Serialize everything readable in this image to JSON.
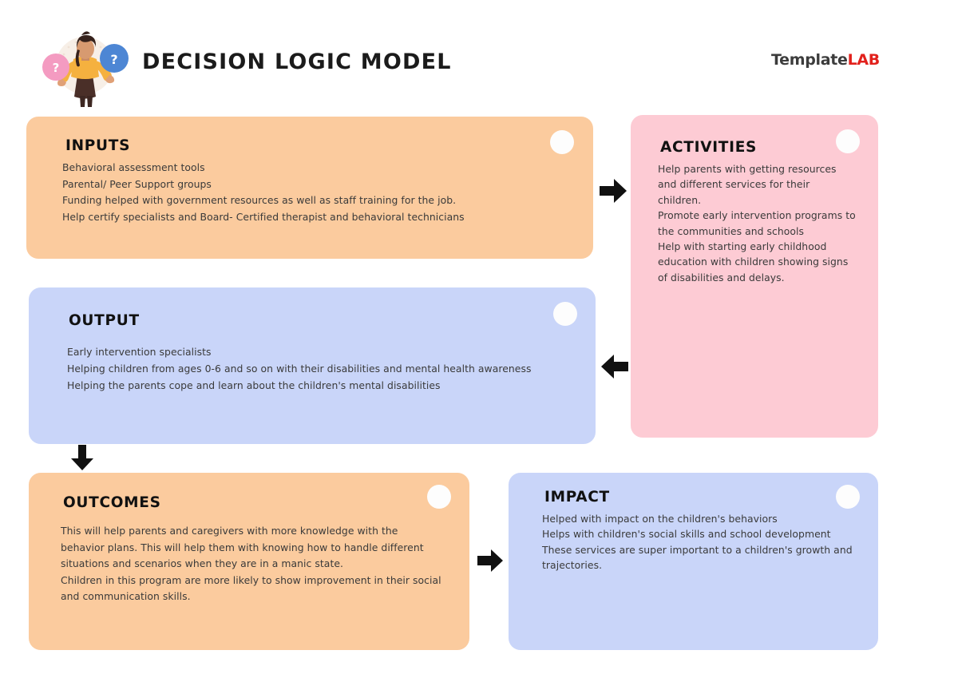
{
  "header": {
    "title": "DECISION LOGIC MODEL",
    "brand_template": "Template",
    "brand_lab": "LAB",
    "illustration_name": "woman-holding-question-mark-bubbles"
  },
  "colors": {
    "orange": "#fbcb9e",
    "pink": "#fdcbd4",
    "blue": "#c9d5f9",
    "badge": "#fdfdfd",
    "arrow": "#111111",
    "brand_red": "#e2211c",
    "brand_dark": "#3c3c3c",
    "text": "#3a3a3a",
    "title": "#111111",
    "background": "#ffffff"
  },
  "cards": {
    "inputs": {
      "title": "INPUTS",
      "body": "Behavioral assessment tools\nParental/ Peer Support groups\nFunding helped with government resources as well as staff training for the job.\nHelp certify specialists and Board- Certified therapist and behavioral technicians",
      "color": "#fbcb9e"
    },
    "activities": {
      "title": "ACTIVITIES",
      "body": "Help parents with getting resources and different services for their children.\nPromote early intervention programs to the communities and schools\nHelp with starting early childhood education with children showing signs of disabilities and delays.",
      "color": "#fdcbd4"
    },
    "output": {
      "title": "OUTPUT",
      "body": "Early intervention specialists\nHelping children from ages 0-6 and so on with their disabilities and mental health awareness\nHelping the parents cope and learn about the children's mental disabilities",
      "color": "#c9d5f9"
    },
    "outcomes": {
      "title": "OUTCOMES",
      "body": "This will help parents and caregivers with more knowledge with the behavior plans. This will help them with knowing how to handle different situations and scenarios when they are in a manic state.\nChildren in this program are more likely to show improvement in their social and communication skills.",
      "color": "#fbcb9e"
    },
    "impact": {
      "title": "IMPACT",
      "body": "Helped with impact on the children's behaviors\nHelps with children's social skills and school development\nThese services are super important to a children's growth and trajectories.",
      "color": "#c9d5f9"
    }
  },
  "arrows": [
    {
      "name": "arrow-right-inputs-to-activities",
      "direction": "right"
    },
    {
      "name": "arrow-left-activities-to-output",
      "direction": "left"
    },
    {
      "name": "arrow-down-output-to-outcomes",
      "direction": "down"
    },
    {
      "name": "arrow-right-outcomes-to-impact",
      "direction": "right"
    }
  ]
}
